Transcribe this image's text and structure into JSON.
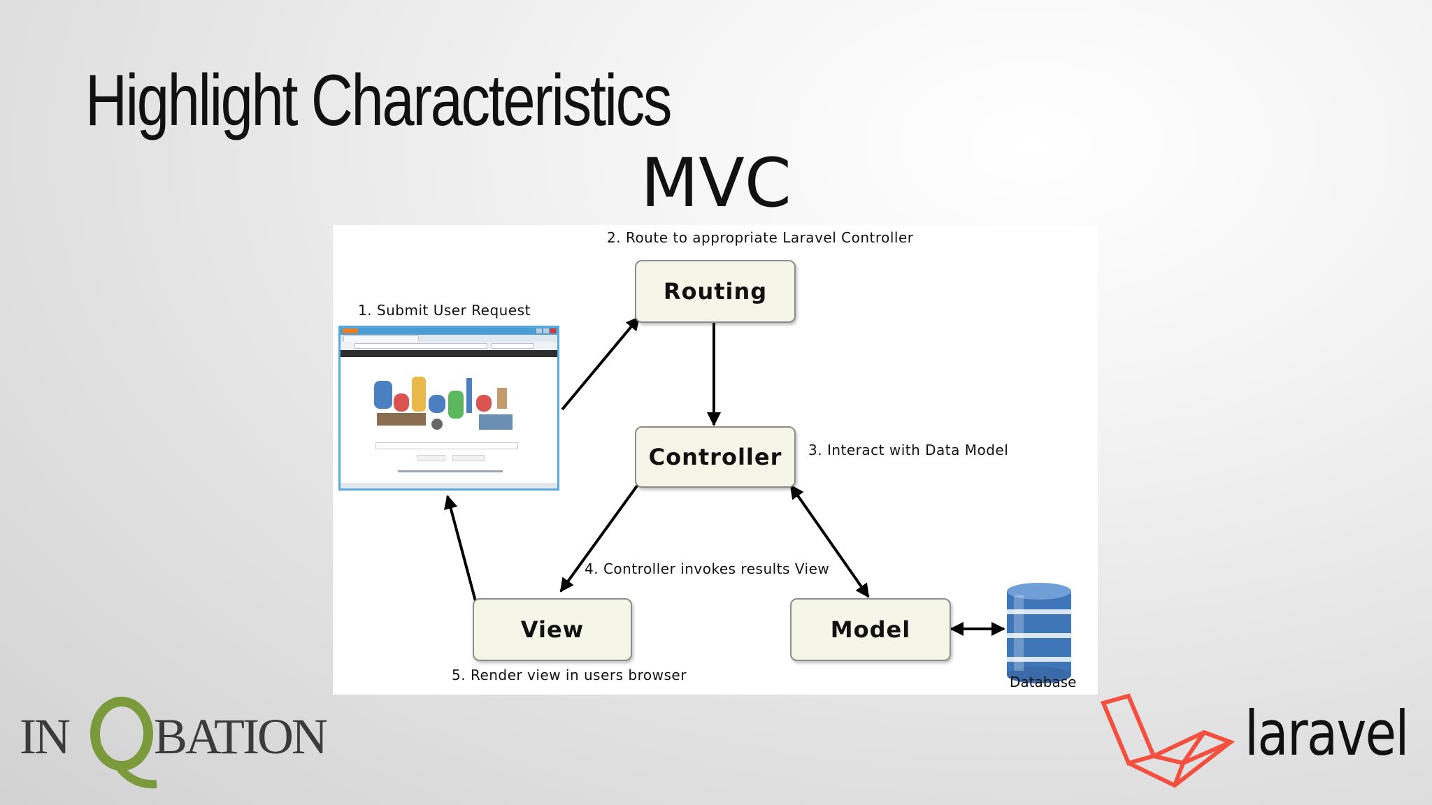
{
  "slide": {
    "title": "Highlight Characteristics",
    "subtitle": "MVC"
  },
  "diagram": {
    "nodes": {
      "routing": "Routing",
      "controller": "Controller",
      "view": "View",
      "model": "Model",
      "database": "Database"
    },
    "steps": {
      "step1": "1. Submit User Request",
      "step2": "2. Route to appropriate Laravel Controller",
      "step3": "3. Interact with Data Model",
      "step4": "4. Controller invokes results View",
      "step5": "5. Render view in users browser"
    }
  },
  "logos": {
    "inqbation_left": "IN",
    "inqbation_right": "BATION",
    "laravel": "laravel"
  },
  "colors": {
    "node_fill": "#f6f6e8",
    "arrow": "#000000",
    "database_blue": "#3f76b8",
    "laravel_red": "#f4503f",
    "inqbation_green": "#7b9a3c"
  }
}
